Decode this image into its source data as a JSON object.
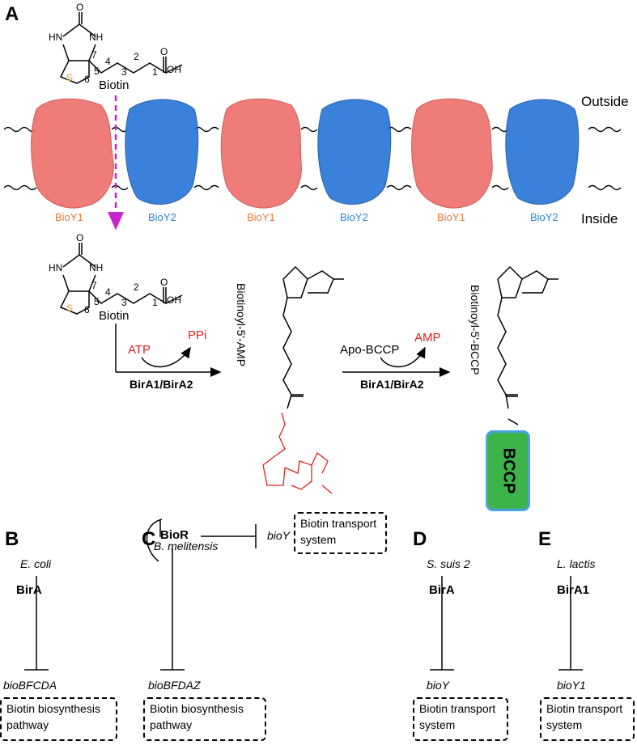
{
  "panel_labels": {
    "a": "A",
    "b": "B",
    "c": "C",
    "d": "D",
    "e": "E"
  },
  "membrane": {
    "outside": "Outside",
    "inside": "Inside"
  },
  "proteins": [
    "BioY1",
    "BioY2",
    "BioY1",
    "BioY2",
    "BioY1",
    "BioY2"
  ],
  "biotin": {
    "name": "Biotin",
    "ring_atoms": {
      "hn": "HN",
      "nh": "NH",
      "o": "O",
      "s": "S",
      "oh": "OH"
    },
    "carbons": [
      "1",
      "2",
      "3",
      "4",
      "5",
      "6",
      "7"
    ]
  },
  "reaction1": {
    "substrate": "ATP",
    "product": "PPi",
    "enzyme": "BirA1/BirA2",
    "intermediate": "Biotinoyl-5'-AMP"
  },
  "reaction2": {
    "substrate": "Apo-BCCP",
    "product": "AMP",
    "enzyme": "BirA1/BirA2",
    "final": "Biotinoyl-5'-BCCP",
    "bccp": "BCCP"
  },
  "panel_b": {
    "organism": "E. coli",
    "regulator": "BirA",
    "gene": "bioBFCDA",
    "box": "Biotin biosynthesis pathway"
  },
  "panel_c": {
    "organism": "B. melitensis",
    "regulator": "BioR",
    "gene1": "bioY",
    "box1": "Biotin transport system",
    "gene2": "bioBFDAZ",
    "box2": "Biotin biosynthesis pathway"
  },
  "panel_d": {
    "organism": "S. suis 2",
    "regulator": "BirA",
    "gene": "bioY",
    "box": "Biotin transport system"
  },
  "panel_e": {
    "organism": "L. lactis",
    "regulator": "BirA1",
    "gene": "bioY1",
    "box": "Biotin transport system"
  },
  "colors": {
    "protein_red": "#ee6e6a",
    "protein_blue": "#2474d6",
    "arrow_magenta": "#cc22cc",
    "bccp_green": "#3cb44a",
    "bccp_border": "#4aa3e0",
    "highlight_red": "#e02020",
    "sulfur": "#e0a020"
  }
}
